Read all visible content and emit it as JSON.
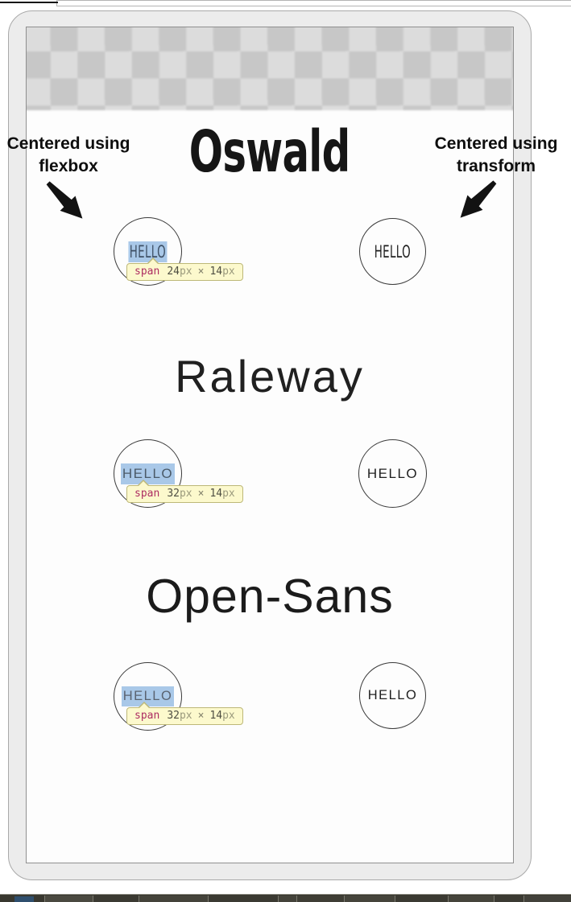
{
  "annotations": {
    "left": {
      "line1": "Centered using",
      "line2": "flexbox"
    },
    "right": {
      "line1": "Centered using",
      "line2": "transform"
    }
  },
  "sections": [
    {
      "font_name": "Oswald",
      "flex_circle": {
        "label": "HELLO",
        "highlighted": true,
        "inspect_tooltip": {
          "tag": "span",
          "width": "24",
          "multiply": "×",
          "height": "14",
          "unit": "px"
        }
      },
      "transform_circle": {
        "label": "HELLO"
      }
    },
    {
      "font_name": "Raleway",
      "flex_circle": {
        "label": "HELLO",
        "highlighted": true,
        "inspect_tooltip": {
          "tag": "span",
          "width": "32",
          "multiply": "×",
          "height": "14",
          "unit": "px"
        }
      },
      "transform_circle": {
        "label": "HELLO"
      }
    },
    {
      "font_name": "Open-Sans",
      "flex_circle": {
        "label": "HELLO",
        "highlighted": true,
        "inspect_tooltip": {
          "tag": "span",
          "width": "32",
          "multiply": "×",
          "height": "14",
          "unit": "px"
        }
      },
      "transform_circle": {
        "label": "HELLO"
      }
    }
  ],
  "colors": {
    "highlight_blue": "#a9c8e8",
    "tooltip_bg": "#fcf9cd",
    "tooltip_border": "#bdb878",
    "tooltip_tag": "#ad2d62",
    "tooltip_dims": "#4e4e42",
    "tooltip_unit": "#9a997c",
    "frame_gray": "#ececec",
    "checker_light": "#dcdcdc",
    "checker_dark": "#c7c7c7",
    "circle_border": "#3a3a3a"
  }
}
